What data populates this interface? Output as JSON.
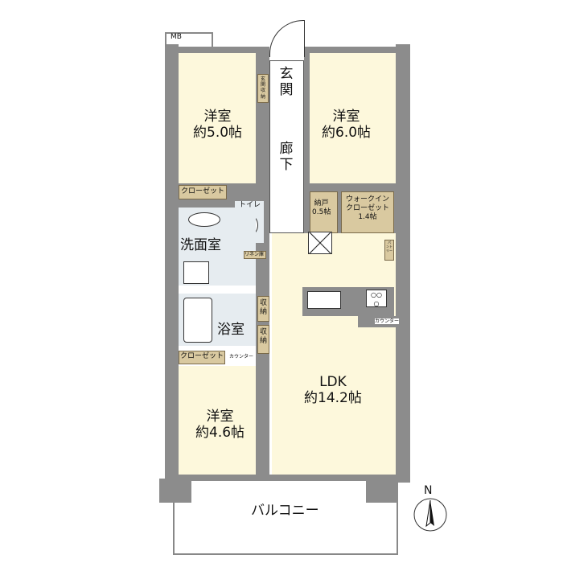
{
  "rooms": {
    "western_room_1": {
      "name": "洋室",
      "size": "約5.0帖"
    },
    "western_room_2": {
      "name": "洋室",
      "size": "約6.0帖"
    },
    "western_room_3": {
      "name": "洋室",
      "size": "約4.6帖"
    },
    "entrance": "玄関",
    "hallway": "廊下",
    "entrance_storage": "玄関収納",
    "closet_1": "クローゼット",
    "closet_2": "クローゼット",
    "toilet": "トイレ",
    "washroom": "洗面室",
    "linen": "リネン庫",
    "bathroom": "浴室",
    "storage_1": "収納",
    "storage_2": "収納",
    "storeroom": {
      "name": "納戸",
      "size": "0.5帖"
    },
    "walk_in_closet": {
      "name": "ウォークイン\nクローゼット",
      "size": "1.4帖"
    },
    "pantry": "パントリー",
    "counter_1": "カウンター",
    "counter_2": "カウンター",
    "ldk": {
      "name": "LDK",
      "size": "約14.2帖"
    },
    "balcony": "バルコニー",
    "mb": "MB"
  },
  "compass": {
    "label": "N",
    "icon": "north-arrow-icon"
  },
  "colors": {
    "room": "#fdf8dc",
    "wet": "#e6ecf0",
    "storage": "#d9c9a0",
    "wall": "#8c8c8c"
  }
}
